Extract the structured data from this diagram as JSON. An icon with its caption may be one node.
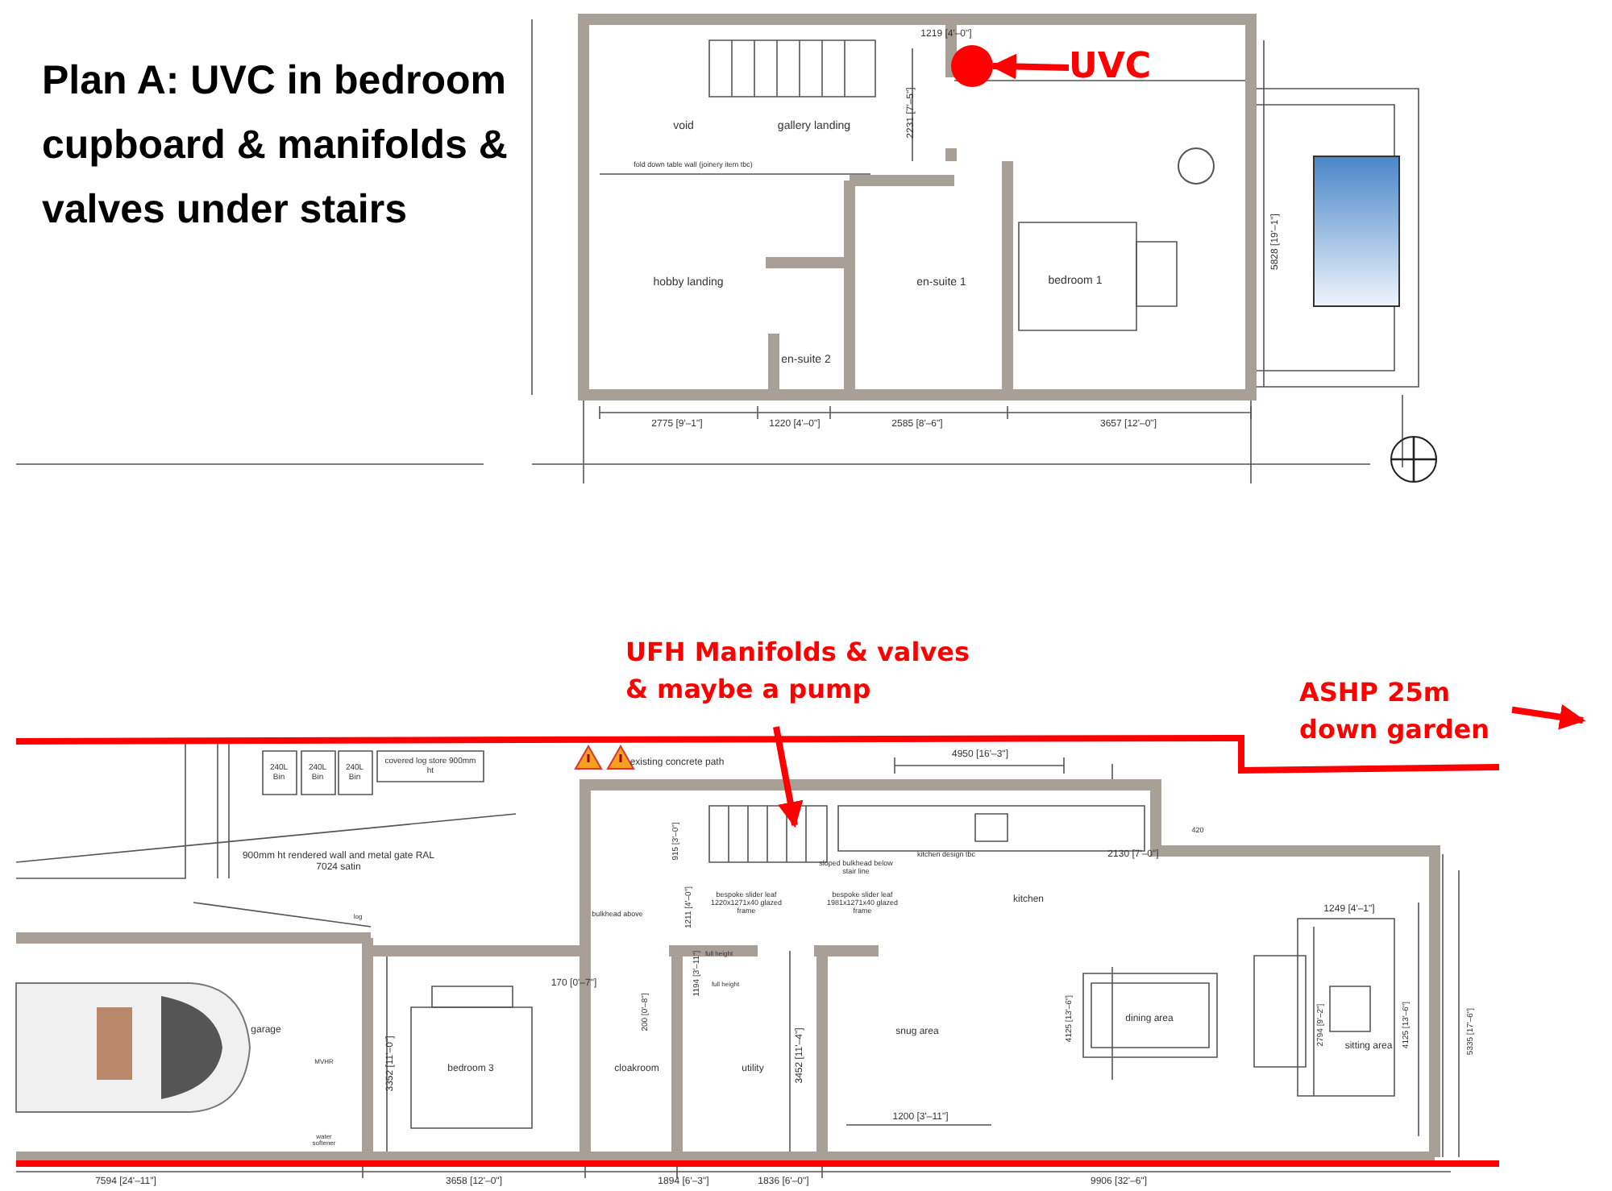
{
  "diagram": {
    "title": "Plan A: UVC in bedroom cupboard & manifolds & valves under stairs",
    "nodes": [
      {
        "text": [],
        "shape": "circle"
      },
      {
        "text": [
          "UVC"
        ]
      },
      {
        "text": [
          "UFH Manifolds & valves & maybe a pump"
        ]
      },
      {
        "text": [
          "ASHP 25m down garden"
        ]
      }
    ],
    "edges": [
      {
        "from": 1,
        "to": 0,
        "arrow": "to"
      },
      {
        "from": 2,
        "to": null,
        "arrow": "to"
      },
      {
        "from": 3,
        "to": null,
        "arrow": "to"
      }
    ],
    "labels": [
      "1219 [4'–0\"]",
      "2231 [7'–5\"]",
      "void",
      "gallery landing",
      "fold down table wall (joinery item tbc)",
      "hobby landing",
      "en-suite 1",
      "en-suite 2",
      "bedroom 1",
      "2775 [9'–1\"]",
      "1220 [4'–0\"]",
      "2585 [8'–6\"]",
      "3657 [12'–0\"]",
      "5828 [19'–1\"]",
      "240L Bin",
      "240L Bin",
      "240L Bin",
      "covered log store 900mm ht",
      "existing concrete path",
      "4950 [16'–3\"]",
      "900mm ht rendered wall and metal gate RAL 7024 satin",
      "log",
      "kitchen design tbc",
      "2130 [7'–0\"]",
      "420",
      "sloped bulkhead below stair line",
      "bulkhead above",
      "1211 [4'–0\"]",
      "915 [3'–0\"]",
      "bespoke slider leaf 1220x1271x40 glazed frame",
      "bespoke slider leaf 1981x1271x40 glazed frame",
      "kitchen",
      "1249 [4'–1\"]",
      "170 [0'–7\"]",
      "full height",
      "full height",
      "1194 [3'–11\"]",
      "200 [0'–8\"]",
      "garage",
      "MVHR",
      "3352 [11'–0\"]",
      "bedroom 3",
      "snug area",
      "3452 [11'–4\"]",
      "dining area",
      "4125 [13'–6\"]",
      "2794 [9'–2\"]",
      "sitting area",
      "4125 [13'–6\"]",
      "5335 [17'–6\"]",
      "cloakroom",
      "utility",
      "1200 [3'–11\"]",
      "water softener",
      "7594 [24'–11\"]",
      "3658 [12'–0\"]",
      "1894 [6'–3\"]",
      "1836 [6'–0\"]",
      "9906 [32'–6\"]"
    ]
  }
}
